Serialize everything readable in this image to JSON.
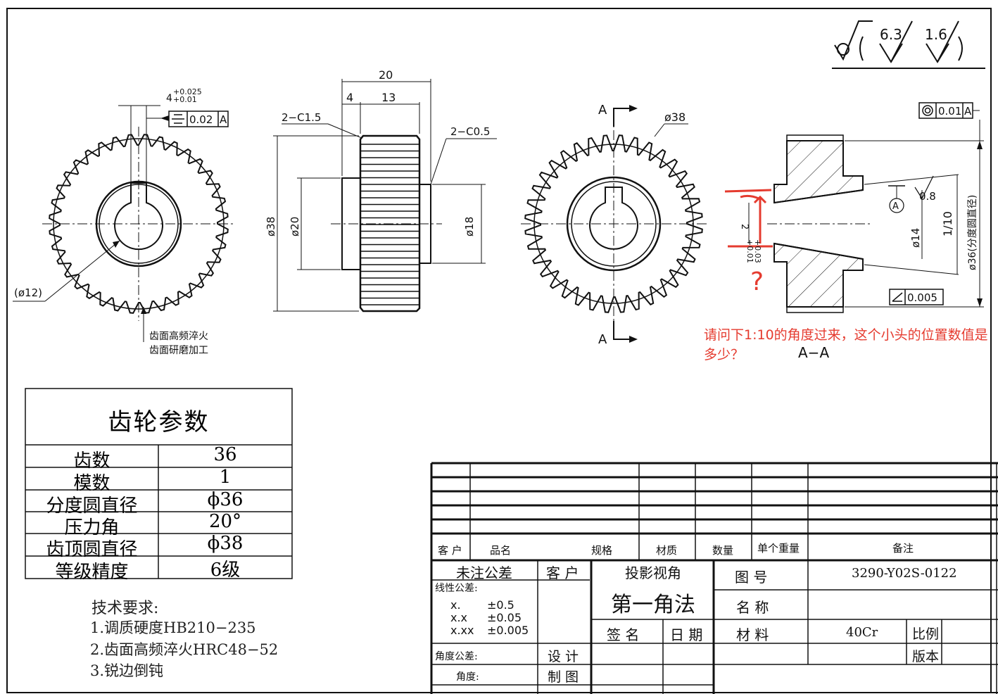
{
  "views": {
    "front": {
      "dim_key_width": "4",
      "dim_key_tol_upper": "+0.025",
      "dim_key_tol_lower": "+0.01",
      "symmetry_tol": "0.02",
      "datum": "A",
      "bore_label": "(ø12)",
      "note_line1": "齿面高频淬火",
      "note_line2": "齿面研磨加工"
    },
    "side": {
      "dim_total": "20",
      "dim_hub": "4",
      "dim_teeth": "13",
      "chamfer_left": "2−C1.5",
      "chamfer_right": "2−C0.5",
      "dia_outer": "ø38",
      "dia_hub": "ø20",
      "dia_bore": "ø18"
    },
    "section_view": {
      "cut_label_top": "A",
      "cut_label_bottom": "A",
      "dia_label": "ø38"
    },
    "section_aa": {
      "runout_tol": "0.01",
      "runout_datum": "A",
      "roughness": "0.8",
      "datum_bubble": "A",
      "taper": "1/10",
      "dia_small": "ø14",
      "dia_pitch": "ø36(分度圆直径)",
      "flatness_tol": "0.005",
      "tol_upper": "+0.03",
      "tol_base": "2",
      "tol_lower": "+0.01",
      "annotation_mark": "?",
      "title": "A−A"
    },
    "surface_finish": {
      "value1": "6.3",
      "value2": "1.6"
    }
  },
  "question": "请问下1:10的角度过来，这个小头的位置数值是多少？",
  "gear_params": {
    "title": "齿轮参数",
    "rows": [
      {
        "name": "齿数",
        "value": "36"
      },
      {
        "name": "模数",
        "value": "1"
      },
      {
        "name": "分度圆直径",
        "value": "ϕ36"
      },
      {
        "name": "压力角",
        "value": "20°"
      },
      {
        "name": "齿顶圆直径",
        "value": "ϕ38"
      },
      {
        "name": "等级精度",
        "value": "6级"
      }
    ]
  },
  "tech_req": {
    "title": "技术要求:",
    "items": [
      "1.调质硬度HB210−235",
      "2.齿面高频淬火HRC48−52",
      "3.锐边倒钝"
    ]
  },
  "title_block": {
    "header": {
      "customer": "客 户",
      "product": "品名",
      "spec": "规格",
      "material": "材质",
      "qty": "数量",
      "unit_weight": "单个重量",
      "remark": "备注"
    },
    "tolerance_title": "未注公差",
    "customer2": "客 户",
    "projection": "投影视角",
    "projection_value": "第一角法",
    "linear_tol": "线性公差:",
    "tol_rows": [
      {
        "k": "x.",
        "v": "±0.5"
      },
      {
        "k": "x.x",
        "v": "±0.05"
      },
      {
        "k": "x.xx",
        "v": "±0.005"
      }
    ],
    "angle_tol": "角度公差:",
    "angle": "角度:",
    "design": "设 计",
    "draw": "制 图",
    "sign": "签 名",
    "date": "日 期",
    "drawing_no_label": "图 号",
    "drawing_no": "3290-Y02S-0122",
    "name_label": "名 称",
    "material_label": "材 料",
    "material_value": "40Cr",
    "scale_label": "比例",
    "version_label": "版本"
  }
}
